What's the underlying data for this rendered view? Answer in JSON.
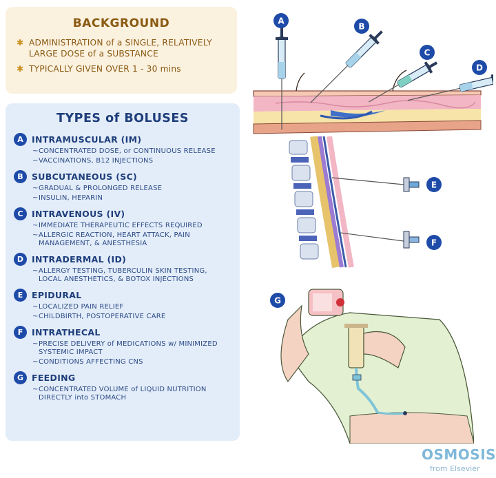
{
  "background": {
    "title": "BACKGROUND",
    "points": [
      "ADMINISTRATION of a SINGLE, RELATIVELY LARGE DOSE of a SUBSTANCE",
      "TYPICALLY GIVEN OVER 1 - 30 mins"
    ]
  },
  "types": {
    "title": "TYPES of BOLUSES",
    "items": [
      {
        "letter": "A",
        "name": "INTRAMUSCULAR (IM)",
        "details": [
          "CONCENTRATED DOSE, or CONTINUOUS RELEASE",
          "VACCINATIONS, B12 INJECTIONS"
        ]
      },
      {
        "letter": "B",
        "name": "SUBCUTANEOUS (SC)",
        "details": [
          "GRADUAL & PROLONGED RELEASE",
          "INSULIN, HEPARIN"
        ]
      },
      {
        "letter": "C",
        "name": "INTRAVENOUS (IV)",
        "details": [
          "IMMEDIATE THERAPEUTIC EFFECTS REQUIRED",
          "ALLERGIC REACTION, HEART ATTACK, PAIN MANAGEMENT, & ANESTHESIA"
        ]
      },
      {
        "letter": "D",
        "name": "INTRADERMAL (ID)",
        "details": [
          "ALLERGY TESTING, TUBERCULIN SKIN TESTING, LOCAL ANESTHETICS, & BOTOX INJECTIONS"
        ]
      },
      {
        "letter": "E",
        "name": "EPIDURAL",
        "details": [
          "LOCALIZED PAIN RELIEF",
          "CHILDBIRTH, POSTOPERATIVE CARE"
        ]
      },
      {
        "letter": "F",
        "name": "INTRATHECAL",
        "details": [
          "PRECISE DELIVERY of MEDICATIONS w/ MINIMIZED SYSTEMIC IMPACT",
          "CONDITIONS AFFECTING CNS"
        ]
      },
      {
        "letter": "G",
        "name": "FEEDING",
        "details": [
          "CONCENTRATED VOLUME of LIQUID NUTRITION DIRECTLY into STOMACH"
        ]
      }
    ]
  },
  "illustration_labels": {
    "a": "A",
    "b": "B",
    "c": "C",
    "d": "D",
    "e": "E",
    "f": "F",
    "g": "G"
  },
  "logo": {
    "name": "OSMOSIS",
    "sub": "from Elsevier"
  },
  "colors": {
    "badge": "#1e4aa8",
    "background_panel": "#fbf1df",
    "types_panel": "#e3edf9",
    "skin": "#f4c9b9",
    "logo": "#7fb8d9"
  }
}
